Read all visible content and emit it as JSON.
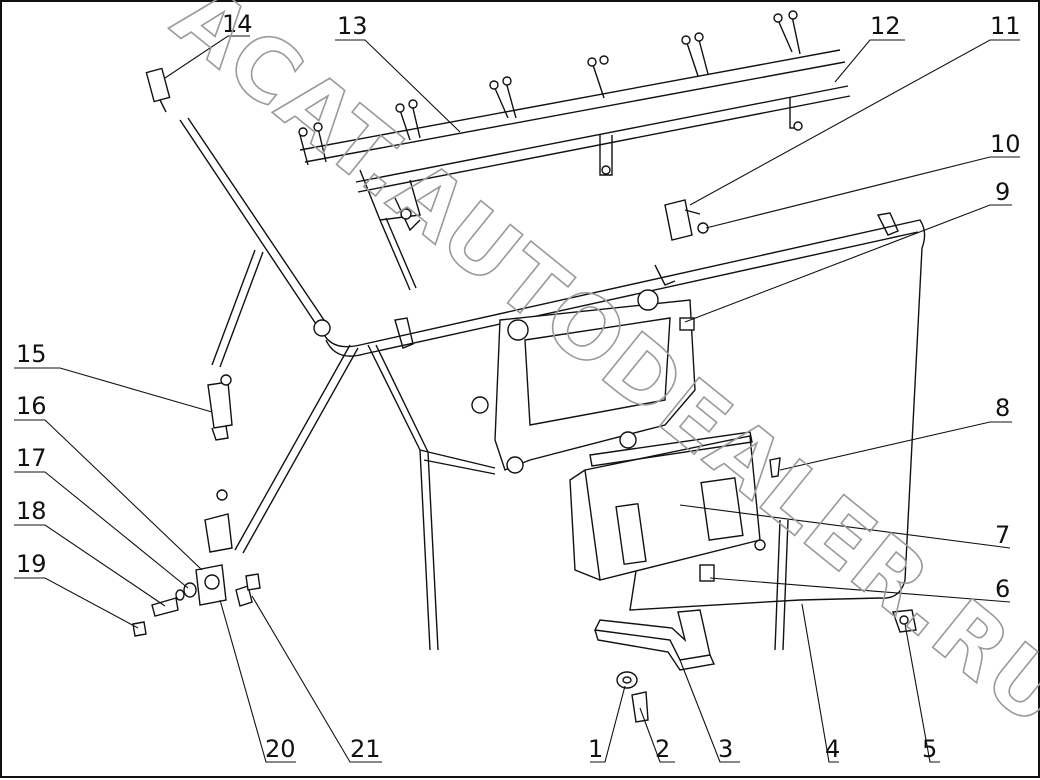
{
  "watermark": "ACAT.AUTODEALER.RU",
  "callouts": [
    "1",
    "2",
    "3",
    "4",
    "5",
    "6",
    "7",
    "8",
    "9",
    "10",
    "11",
    "12",
    "13",
    "14",
    "15",
    "16",
    "17",
    "18",
    "19",
    "20",
    "21"
  ]
}
